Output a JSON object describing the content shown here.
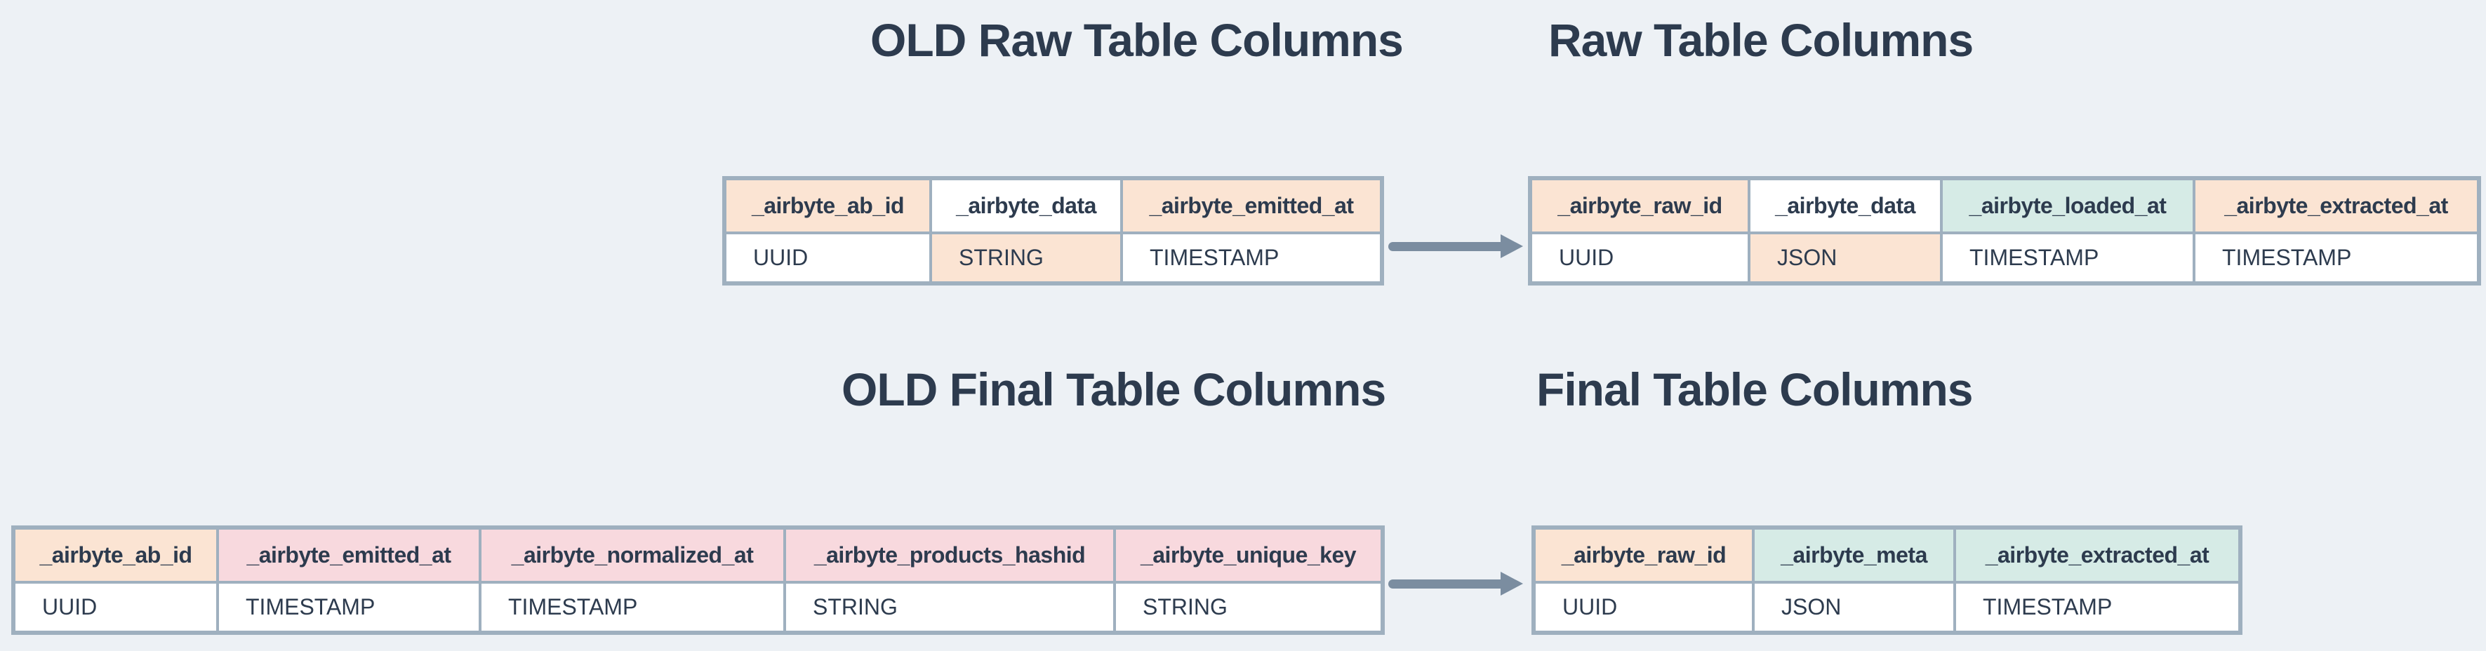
{
  "canvas": {
    "background": "#edf1f5",
    "text_color": "#2d3b4e",
    "border_color": "#9fb0bf",
    "arrow_color": "#7b8da0"
  },
  "palette": {
    "peach": "#fbe4d3",
    "pink": "#f8d9de",
    "teal": "#d6ebe6",
    "white": "#ffffff"
  },
  "titles": {
    "old_raw": "OLD Raw Table Columns",
    "raw": "Raw Table Columns",
    "old_final": "OLD Final Table Columns",
    "final": "Final Table Columns"
  },
  "tables": {
    "old_raw": {
      "label": "OLD Raw Table",
      "columns": [
        {
          "header": "_airbyte_ab_id",
          "type": "UUID",
          "header_bg": "peach",
          "type_bg": "white"
        },
        {
          "header": "_airbyte_data",
          "type": "STRING",
          "header_bg": "white",
          "type_bg": "peach"
        },
        {
          "header": "_airbyte_emitted_at",
          "type": "TIMESTAMP",
          "header_bg": "peach",
          "type_bg": "white"
        }
      ]
    },
    "raw": {
      "label": "Raw Table",
      "columns": [
        {
          "header": "_airbyte_raw_id",
          "type": "UUID",
          "header_bg": "peach",
          "type_bg": "white"
        },
        {
          "header": "_airbyte_data",
          "type": "JSON",
          "header_bg": "white",
          "type_bg": "peach"
        },
        {
          "header": "_airbyte_loaded_at",
          "type": "TIMESTAMP",
          "header_bg": "teal",
          "type_bg": "white"
        },
        {
          "header": "_airbyte_extracted_at",
          "type": "TIMESTAMP",
          "header_bg": "peach",
          "type_bg": "white"
        }
      ]
    },
    "old_final": {
      "label": "OLD Final Table",
      "columns": [
        {
          "header": "_airbyte_ab_id",
          "type": "UUID",
          "header_bg": "peach",
          "type_bg": "white"
        },
        {
          "header": "_airbyte_emitted_at",
          "type": "TIMESTAMP",
          "header_bg": "pink",
          "type_bg": "white"
        },
        {
          "header": "_airbyte_normalized_at",
          "type": "TIMESTAMP",
          "header_bg": "pink",
          "type_bg": "white"
        },
        {
          "header": "_airbyte_products_hashid",
          "type": "STRING",
          "header_bg": "pink",
          "type_bg": "white"
        },
        {
          "header": "_airbyte_unique_key",
          "type": "STRING",
          "header_bg": "pink",
          "type_bg": "white"
        }
      ]
    },
    "final": {
      "label": "Final Table",
      "columns": [
        {
          "header": "_airbyte_raw_id",
          "type": "UUID",
          "header_bg": "peach",
          "type_bg": "white"
        },
        {
          "header": "_airbyte_meta",
          "type": "JSON",
          "header_bg": "teal",
          "type_bg": "white"
        },
        {
          "header": "_airbyte_extracted_at",
          "type": "TIMESTAMP",
          "header_bg": "teal",
          "type_bg": "white"
        }
      ]
    }
  }
}
